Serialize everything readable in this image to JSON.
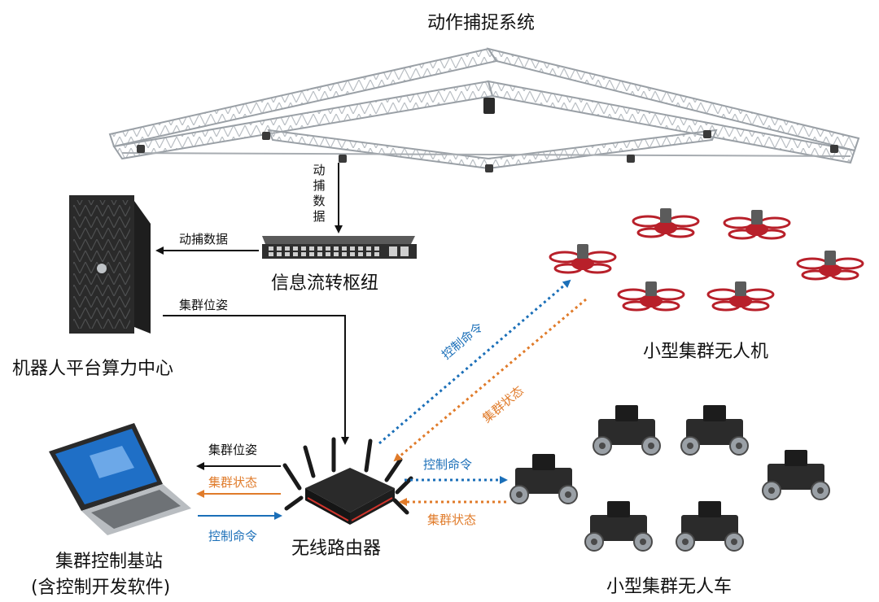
{
  "labels": {
    "mocap_system": "动作捕捉系统",
    "mocap_data_vertical": [
      "动",
      "捕",
      "数",
      "据"
    ],
    "mocap_data_horizontal": "动捕数据",
    "switch_hub": "信息流转枢纽",
    "compute_center": "机器人平台算力中心",
    "swarm_pose_upper": "集群位姿",
    "swarm_pose_lower": "集群位姿",
    "swarm_status_to_station": "集群状态",
    "control_cmd_from_station": "控制命令",
    "base_station_line1": "集群控制基站",
    "base_station_line2": "(含控制开发软件)",
    "router": "无线路由器",
    "control_cmd_to_drones": "控制命令",
    "swarm_status_from_drones": "集群状态",
    "control_cmd_to_cars": "控制命令",
    "swarm_status_from_cars": "集群状态",
    "drones": "小型集群无人机",
    "cars": "小型集群无人车"
  },
  "colors": {
    "black_arrow": "#111111",
    "orange_arrow": "#e07b2a",
    "blue_arrow": "#1b6fb8",
    "truss": "#9aa0a6",
    "drone_red": "#b8202a"
  },
  "icons": {
    "mocap_truss": "truss-frame-icon",
    "camera": "mocap-camera-icon",
    "switch": "network-switch-icon",
    "workstation": "workstation-tower-icon",
    "laptop": "laptop-icon",
    "router": "wireless-router-icon",
    "drone": "drone-icon",
    "car": "robot-car-icon"
  }
}
